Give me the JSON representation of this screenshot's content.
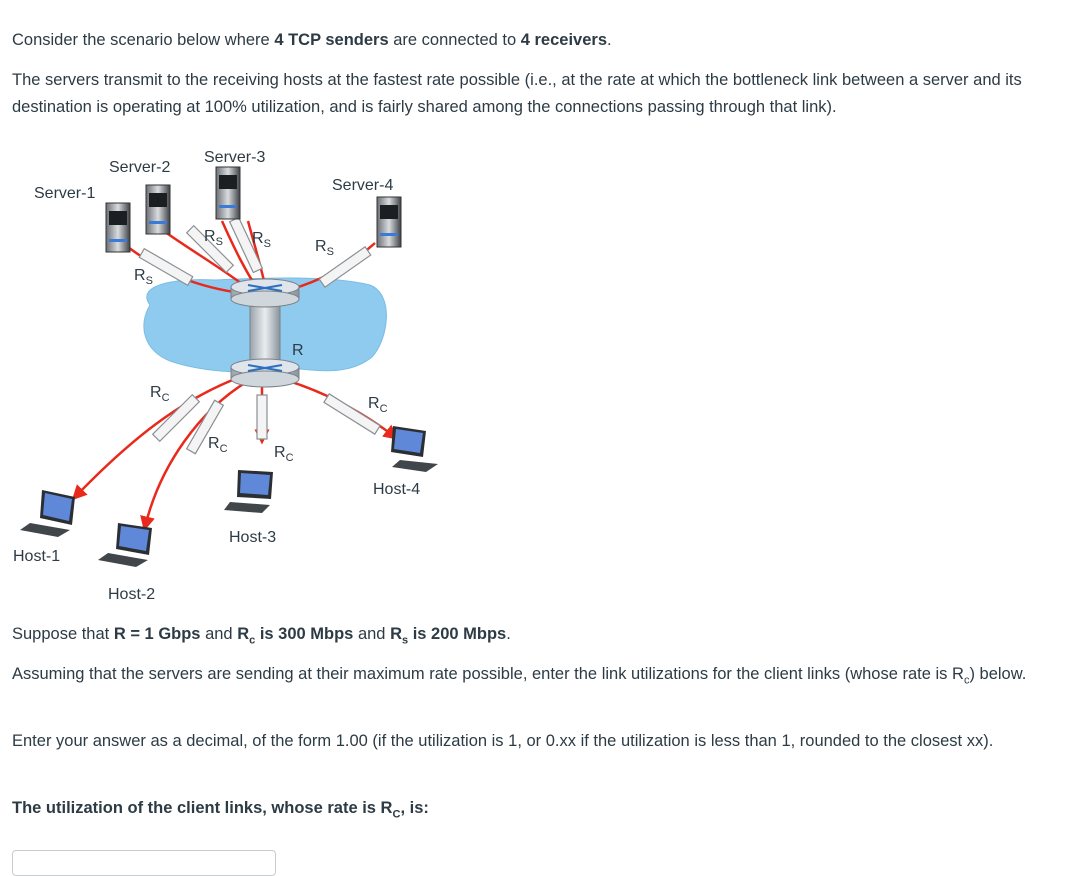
{
  "question": {
    "p1": {
      "t1": "Consider the scenario below where ",
      "b1": "4 TCP senders",
      "t2": " are connected to ",
      "b2": "4  receivers",
      "t3": "."
    },
    "p2": "The servers  transmit to the receiving hosts at the fastest rate possible (i.e., at the rate at which the bottleneck link between a server and its destination is operating at 100% utilization, and is fairly shared among the connections passing through that link).",
    "p3": {
      "t1": "Suppose that ",
      "b1": "R",
      "b2": " = 1 Gbps",
      "t2": " and ",
      "b3": "R",
      "s1": "c",
      "b4": " is 300 Mbps",
      "t3": " and ",
      "b5": "R",
      "s2": "s",
      "b6": " is 200 Mbps",
      "t4": "."
    },
    "p4": {
      "t1": "Assuming that the servers are sending at their maximum rate possible, enter the link utilizations for the client links (whose rate is R",
      "s1": "c",
      "t2": ") below."
    },
    "p5": "Enter your answer as a decimal, of the form 1.00 (if the utilization is 1, or 0.xx if the utilization is less than 1, rounded to the closest xx).",
    "p6": {
      "b1": "The utilization of the client links,  whose rate is R",
      "s1": "C",
      "b2": ", is:"
    }
  },
  "diagram": {
    "servers": [
      "Server-1",
      "Server-2",
      "Server-3",
      "Server-4"
    ],
    "hosts": [
      "Host-1",
      "Host-2",
      "Host-3",
      "Host-4"
    ],
    "link_r": "R",
    "link_rs": {
      "main": "R",
      "sub": "S"
    },
    "link_rc": {
      "main": "R",
      "sub": "C"
    }
  },
  "answer": {
    "value": ""
  },
  "colors": {
    "text": "#2d3b45",
    "flow": "#e8291c",
    "cloud": "#8fcbef"
  }
}
